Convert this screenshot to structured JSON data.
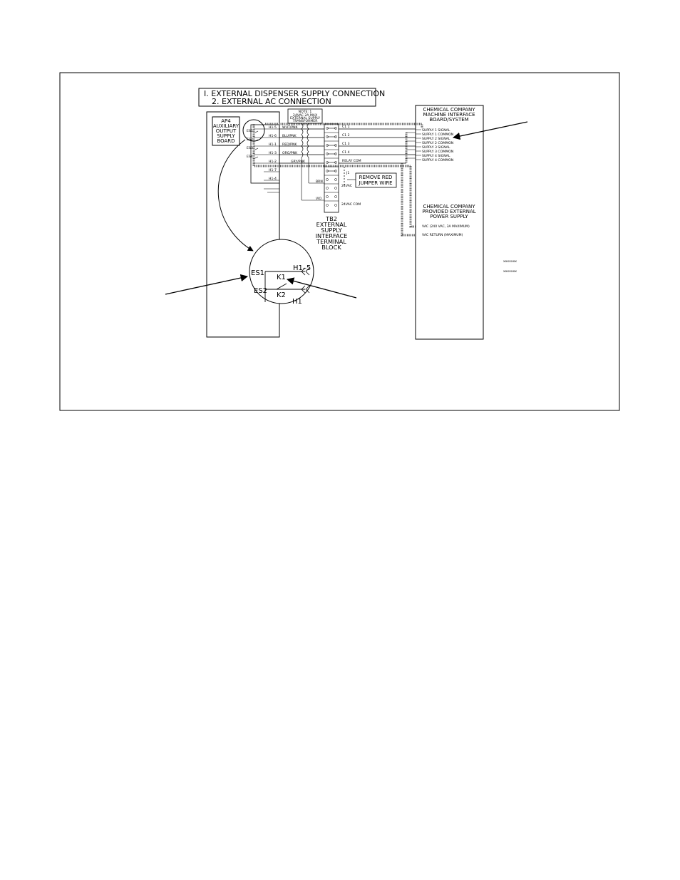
{
  "notes": {
    "line1": "I. EXTERNAL DISPENSER SUPPLY CONNECTION",
    "line2": "2. EXTERNAL AC CONNECTION"
  },
  "ap4_board": {
    "line1": "AP4",
    "line2": "AUXILIARY",
    "line3": "OUTPUT",
    "line4": "SUPPLY",
    "line5": "BOARD"
  },
  "ap4_pins": [
    "H1-5",
    "H1-6",
    "H1-1",
    "H1-3",
    "H1-2",
    "H1-7",
    "H1-4"
  ],
  "es_labels": [
    "ES1",
    "ES2",
    "ES3",
    "ES4"
  ],
  "wire_colors": [
    "WHT/PNK",
    "BLU/PNK",
    "RED/PNK",
    "ORG/PNK",
    "GRY/PNK"
  ],
  "transformer": {
    "line1": "NOTE: 1",
    "line2": "24VAC 2A MAX",
    "line3": "EXTERNAL SUPPLY",
    "line4": "TRANSFORMER"
  },
  "tb2_outputs": [
    "C1 1",
    "C1 2",
    "C1 3",
    "C1 4",
    "RELAY COM"
  ],
  "tb2_misc": {
    "wire_a": "BRN",
    "wire_b": "VIO",
    "vac24": "24VAC",
    "vac24com": "24VAC COM",
    "jumper_note": "J1"
  },
  "remove_jumper": {
    "line1": "REMOVE RED",
    "line2": "JUMPER WIRE"
  },
  "tb2_label": {
    "line1": "TB2",
    "line2": "EXTERNAL",
    "line3": "SUPPLY",
    "line4": "INTERFACE",
    "line5": "TERMINAL",
    "line6": "BLOCK"
  },
  "chem_interface": {
    "line1": "CHEMICAL COMPANY",
    "line2": "MACHINE INTERFACE",
    "line3": "BOARD/SYSTEM"
  },
  "supply_terminals": [
    "SUPPLY 1 SIGNAL",
    "SUPPLY 1 COMMON",
    "SUPPLY 2 SIGNAL",
    "SUPPLY 2 COMMON",
    "SUPPLY 3 SIGNAL",
    "SUPPLY 3 COMMON",
    "SUPPLY 4 SIGNAL",
    "SUPPLY 4 COMMON"
  ],
  "chem_power": {
    "line1": "CHEMICAL COMPANY",
    "line2": "PROVIDED EXTERNAL",
    "line3": "POWER SUPPLY",
    "vac": "VAC (240 VAC, 3A MAXIMUM)",
    "vac_return": "VAC RETURN (MAXIMUM)"
  },
  "legend": {
    "item1": "xxxxxxx",
    "item2": "xxxxxxx"
  },
  "zoom": {
    "es1": "ES1",
    "es2": "ES2",
    "k1": "K1",
    "k2": "K2",
    "h15": "H1–5",
    "h1": "H1"
  }
}
